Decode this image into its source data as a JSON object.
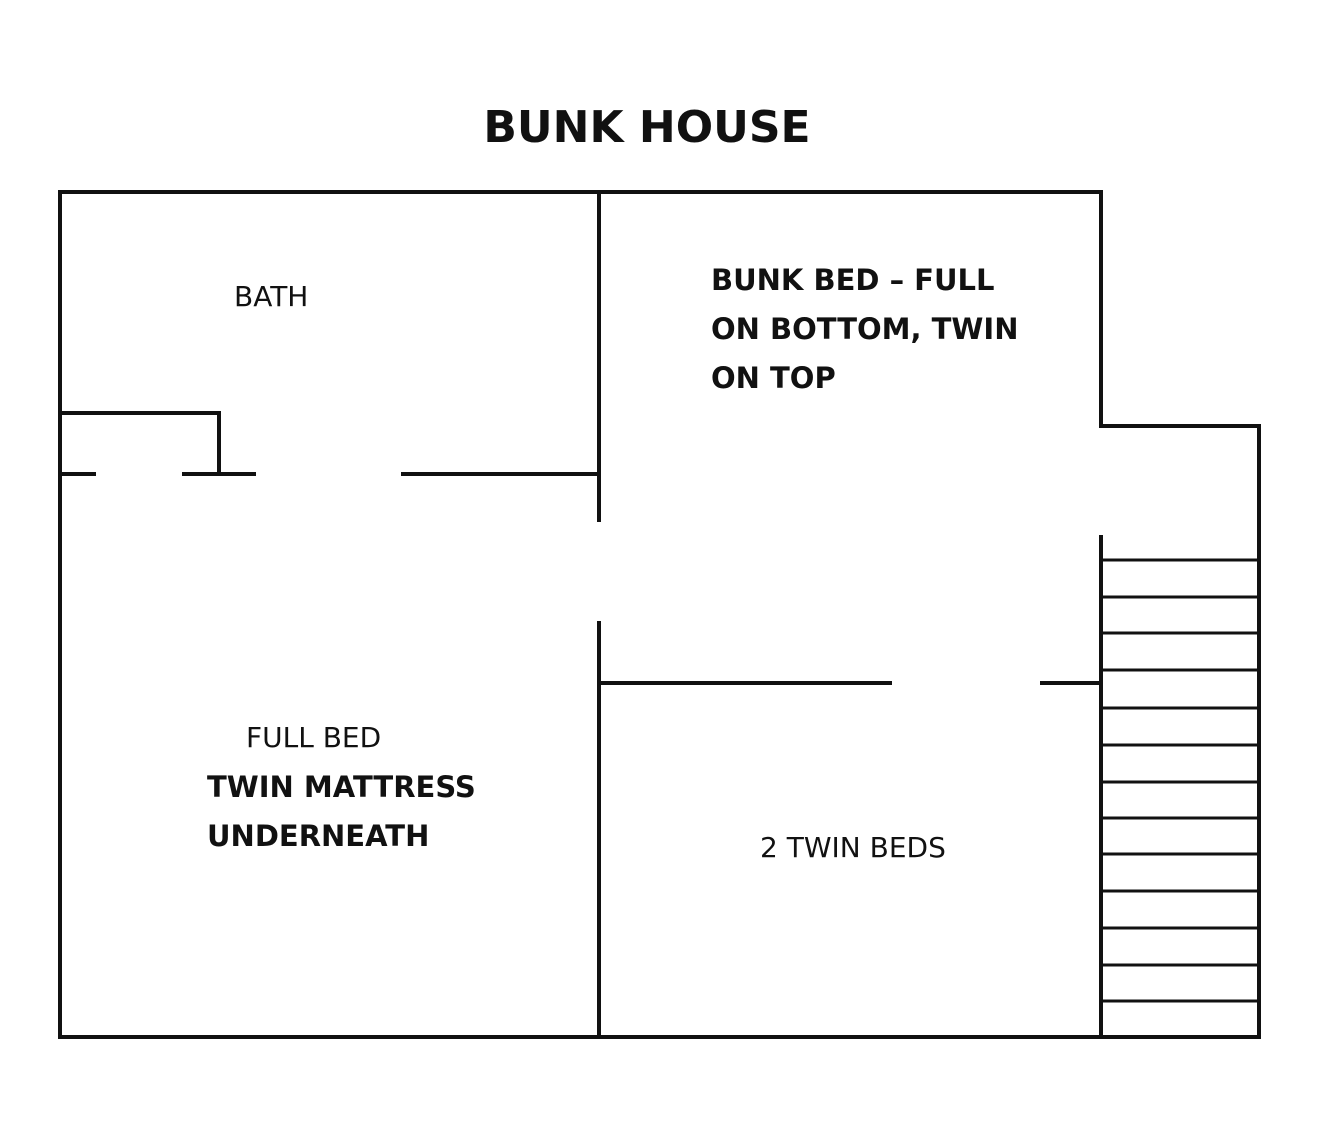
{
  "title": "BUNK HOUSE",
  "rooms": {
    "bath": {
      "lines": [
        "BATH"
      ]
    },
    "bunk_room": {
      "lines": [
        "BUNK BED – FULL",
        "ON BOTTOM, TWIN",
        "ON TOP"
      ]
    },
    "full_room": {
      "lines": [
        "FULL BED",
        "TWIN MATTRESS",
        "UNDERNEATH"
      ]
    },
    "twin_room": {
      "lines": [
        "2 TWIN BEDS"
      ]
    }
  },
  "colors": {
    "walls": "#111111",
    "background": "#ffffff"
  }
}
